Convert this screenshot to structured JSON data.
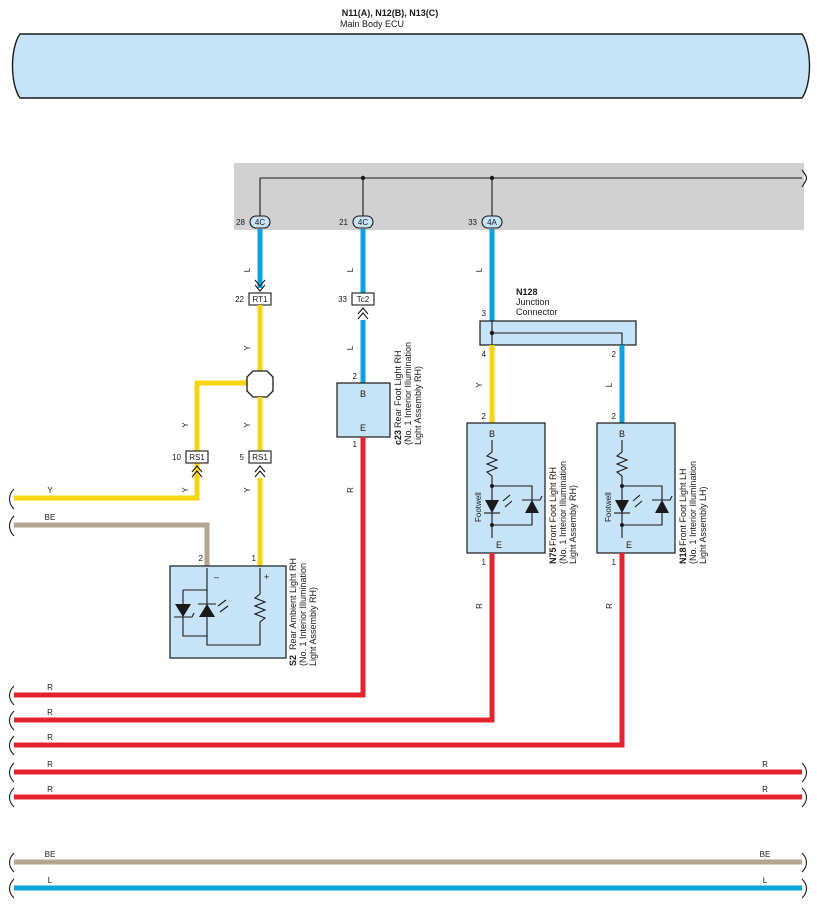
{
  "ecu": {
    "name": "N11(A), N12(B), N13(C)",
    "label": "Main Body ECU"
  },
  "ecu_pins": [
    {
      "pin": "28",
      "conn": "4C"
    },
    {
      "pin": "21",
      "conn": "4C"
    },
    {
      "pin": "33",
      "conn": "4A"
    }
  ],
  "connectors": {
    "rt1": {
      "label": "RT1",
      "pin": "22"
    },
    "tc2": {
      "label": "Tc2",
      "pin": "33"
    },
    "rs1a": {
      "label": "RS1",
      "pin": "10"
    },
    "rs1b": {
      "label": "RS1",
      "pin": "5"
    }
  },
  "junction": {
    "code": "N128",
    "line1": "Junction",
    "line2": "Connector",
    "pin_in": "3",
    "pin_y": "4",
    "pin_l": "2"
  },
  "components": {
    "s2": {
      "code": "S2",
      "line1": "Rear Ambient Light RH",
      "line2": "(No. 1 Interior Illumination",
      "line3": "Light Assembly RH)",
      "pin_minus": "2",
      "pin_plus": "1",
      "minus": "–",
      "plus": "+"
    },
    "c23": {
      "code": "c23",
      "line1": "Rear Foot Light RH",
      "line2": "(No. 1 Interior Illumination",
      "line3": "Light Assembly RH)",
      "pin_b": "2",
      "pin_e": "1",
      "term_b": "B",
      "term_e": "E"
    },
    "n75": {
      "code": "N75",
      "line1": "Front Foot Light RH",
      "line2": "(No. 1 Interior Illumination",
      "line3": "Light Assembly RH)",
      "pin_b": "2",
      "pin_e": "1",
      "term_b": "B",
      "term_e": "E",
      "inner": "Footwell"
    },
    "n18": {
      "code": "N18",
      "line1": "Front Foot Light LH",
      "line2": "(No. 1 Interior Illumination",
      "line3": "Light Assembly LH)",
      "pin_b": "2",
      "pin_e": "1",
      "term_b": "B",
      "term_e": "E",
      "inner": "Footwell"
    }
  },
  "wire_colors": {
    "L": "L",
    "Y": "Y",
    "R": "R",
    "BE": "BE"
  },
  "palette": {
    "L": "#0aa3e0",
    "Y": "#f8d40c",
    "R": "#e3232d",
    "BE": "#b3a58f",
    "ecu_fill": "#c6e3f7"
  }
}
